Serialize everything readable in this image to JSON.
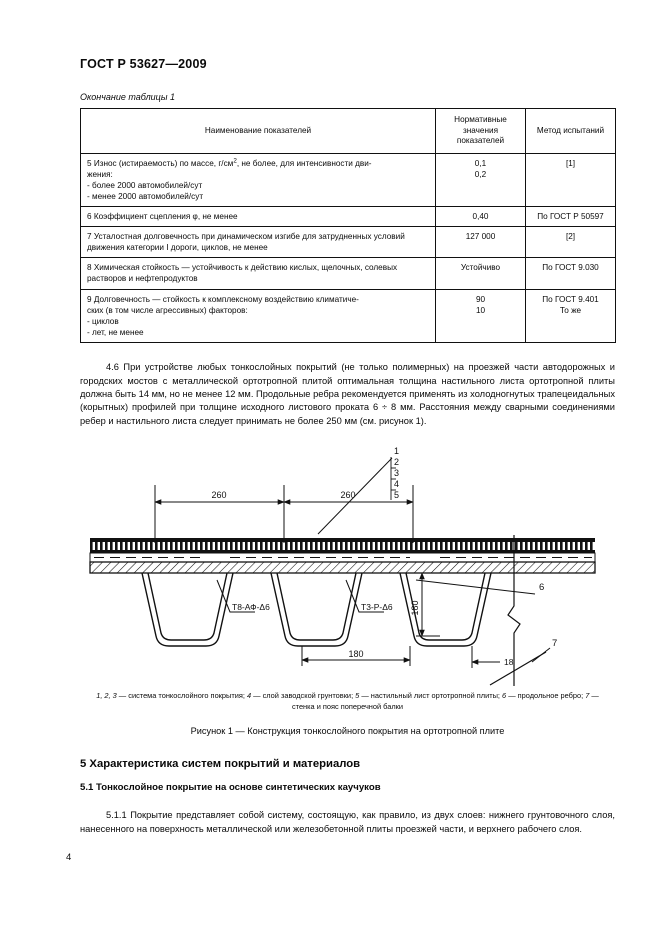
{
  "header": {
    "standard_number": "ГОСТ Р 53627—2009",
    "table_continuation": "Окончание таблицы 1"
  },
  "table": {
    "columns": [
      "Наименование показателей",
      "Нормативные значения показателей",
      "Метод испытаний"
    ],
    "rows": [
      {
        "name_html": "5 Износ (истираемость) по массе, г/см<sup>2</sup>, не более, для интенсивности дви-<br>жения:<br>- более 2000 автомобилей/сут<br>- менее 2000 автомобилей/сут",
        "name_plain": "5 Износ (истираемость) по массе, г/см2, не более, для интенсивности движения: - более 2000 автомобилей/сут - менее 2000 автомобилей/сут",
        "value": "0,1\n0,2",
        "value_lines": [
          "0,1",
          "0,2"
        ],
        "method": "[1]"
      },
      {
        "name_html": "6 Коэффициент сцепления φ, не менее",
        "name_plain": "6 Коэффициент сцепления φ, не менее",
        "value": "0,40",
        "value_lines": [
          "0,40"
        ],
        "method": "По ГОСТ Р 50597"
      },
      {
        "name_html": "7 Усталостная долговечность при динамическом изгибе для затрудненных условий движения категории I дороги, циклов, не менее",
        "name_plain": "7 Усталостная долговечность при динамическом изгибе для затрудненных условий движения категории I дороги, циклов, не менее",
        "value": "127 000",
        "value_lines": [
          "127 000"
        ],
        "method": "[2]"
      },
      {
        "name_html": "8 Химическая стойкость — устойчивость к действию кислых, щелочных, солевых растворов и нефтепродуктов",
        "name_plain": "8 Химическая стойкость — устойчивость к действию кислых, щелочных, солевых растворов и нефтепродуктов",
        "value": "Устойчиво",
        "value_lines": [
          "Устойчиво"
        ],
        "method": "По ГОСТ 9.030"
      },
      {
        "name_html": "9 Долговечность — стойкость к комплексному воздействию климатиче-<br>ских (в том числе агрессивных) факторов:<br>- циклов<br>- лет, не менее",
        "name_plain": "9 Долговечность — стойкость к комплексному воздействию климатических (в том числе агрессивных) факторов: - циклов - лет, не менее",
        "value": "90\n10",
        "value_lines": [
          "90",
          "10"
        ],
        "method_lines": [
          "По ГОСТ 9.401",
          "То же"
        ],
        "method": "По ГОСТ 9.401 / То же"
      }
    ]
  },
  "body": {
    "para_4_6": "4.6 При устройстве любых тонкослойных покрытий (не только полимерных) на проезжей части автодорожных и городских мостов с металлической ортотропной плитой оптимальная толщина настильного листа ортотропной плиты должна быть 14 мм, но не менее 12 мм. Продольные ребра рекомендуется применять из холодногнутых трапецеидальных (корытных) профилей при толщине исходного листового проката 6 ÷ 8 мм. Расстояния между сварными соединениями ребер и настильного листа следует принимать не более 250 мм (см. рисунок 1).",
    "section_5_title": "5 Характеристика систем покрытий и материалов",
    "section_5_1_title": "5.1 Тонкослойное покрытие на основе синтетических каучуков",
    "para_5_1_1": "5.1.1 Покрытие представляет собой систему, состоящую, как правило, из двух слоев: нижнего грунтовочного слоя, нанесенного на поверхность металлической или железобетонной плиты проезжей части, и верхнего рабочего слоя."
  },
  "figure": {
    "callouts": [
      "1",
      "2",
      "3",
      "4",
      "5",
      "6",
      "7"
    ],
    "dimensions": {
      "span_left": "260",
      "span_right": "260",
      "rib_height": "180",
      "rib_width": "180",
      "flange": "18"
    },
    "weld_labels": [
      "Т8-АФ-Δ6",
      "Т3-Р-Δ6"
    ],
    "legend": "1, 2, 3 — система тонкослойного покрытия; 4 — слой заводской грунтовки; 5 — настильный лист ортотропной плиты; 6 — продольное ребро; 7 — стенка и пояс поперечной балки",
    "legend_parts": {
      "p1": "1, 2, 3",
      "t1": " — система тонкослойного покрытия; ",
      "p2": "4",
      "t2": " — слой заводской грунтовки; ",
      "p3": "5",
      "t3": " — настильный лист ортотропной плиты; ",
      "p4": "6",
      "t4": " — продольное ребро; ",
      "p5": "7",
      "t5": " — стенка и пояс поперечной балки"
    },
    "title": "Рисунок 1 — Конструкция тонкослойного покрытия на ортотропной плите"
  },
  "footer": {
    "page_number": "4"
  },
  "colors": {
    "ink": "#0a0a0a",
    "paper": "#ffffff",
    "rule": "#111111"
  }
}
